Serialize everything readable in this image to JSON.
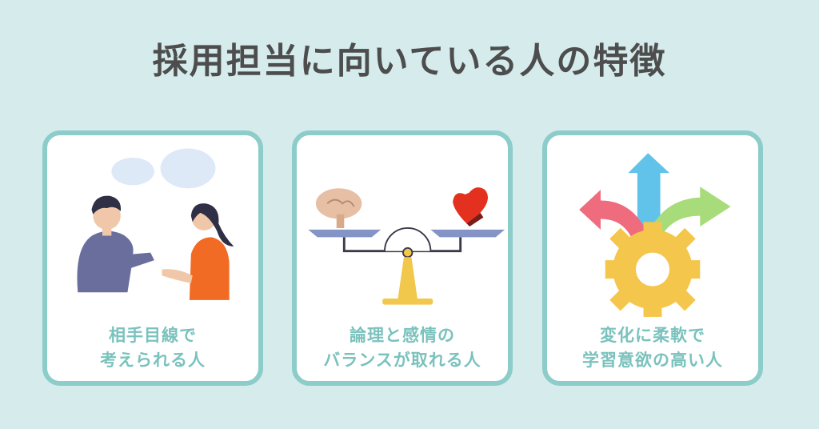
{
  "title": "採用担当に向いている人の特徴",
  "cards": [
    {
      "line1": "相手目線で",
      "line2": "考えられる人",
      "illustration": "two-people-talking"
    },
    {
      "line1": "論理と感情の",
      "line2": "バランスが取れる人",
      "illustration": "brain-heart-scale"
    },
    {
      "line1": "変化に柔軟で",
      "line2": "学習意欲の高い人",
      "illustration": "gear-with-arrows"
    }
  ],
  "colors": {
    "background": "#d5ebec",
    "card_border": "#8cccc9",
    "caption": "#7ac2bd",
    "title": "#4d4d4d"
  }
}
